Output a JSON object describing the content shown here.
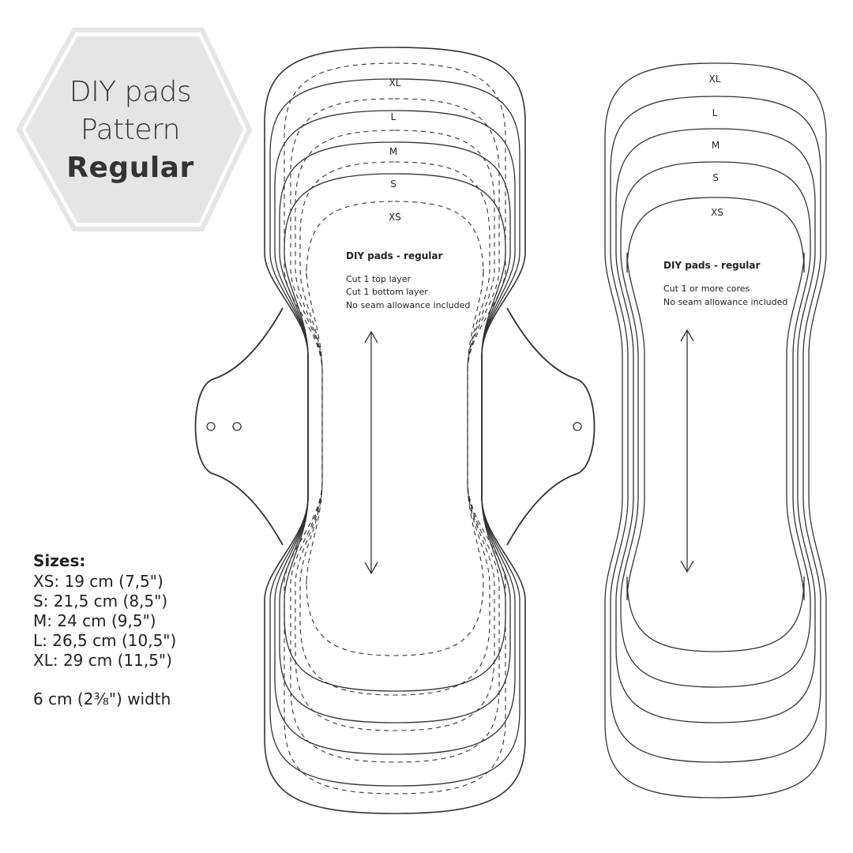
{
  "title": {
    "line1": "DIY pads",
    "line2": "Pattern",
    "line3": "Regular"
  },
  "colors": {
    "hexagon_fill": "#e5e5e5",
    "outline": "#333333",
    "text": "#222222"
  },
  "pad_pattern": {
    "size_labels": [
      "XL",
      "L",
      "M",
      "S",
      "XS"
    ],
    "heading": "DIY pads - regular",
    "instructions": [
      "Cut 1 top layer",
      "Cut 1 bottom layer",
      "No seam allowance included"
    ],
    "direction_arrow": "grainline-arrow"
  },
  "core_pattern": {
    "size_labels": [
      "XL",
      "L",
      "M",
      "S",
      "XS"
    ],
    "heading": "DIY pads - regular",
    "instructions": [
      "Cut 1 or more cores",
      "No seam allowance included"
    ],
    "direction_arrow": "grainline-arrow"
  },
  "sizes": {
    "heading": "Sizes:",
    "lines": [
      "XS: 19 cm (7,5\")",
      "S: 21,5 cm (8,5\")",
      "M: 24 cm (9,5\")",
      "L: 26,5 cm (10,5\")",
      "XL: 29 cm (11,5\")"
    ],
    "width_note": "6 cm (2⅜\") width"
  }
}
